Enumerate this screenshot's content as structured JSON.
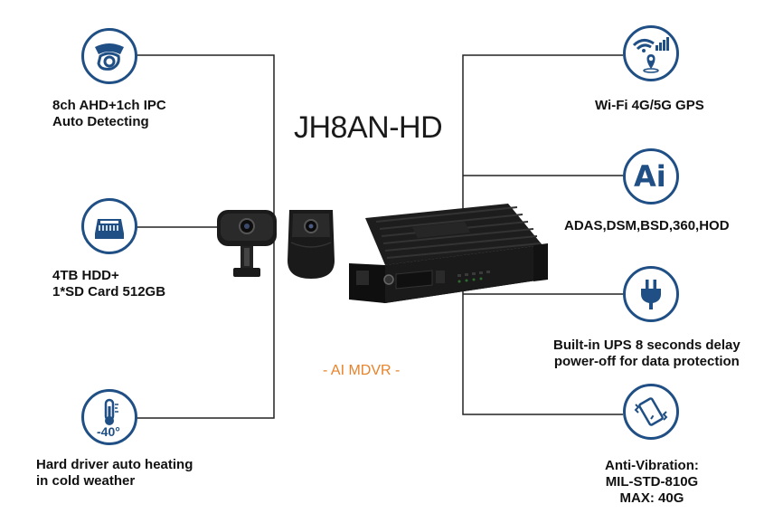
{
  "title": "JH8AN-HD",
  "subtitle": "- AI MDVR -",
  "colors": {
    "accent": "#1f4f84",
    "subtitle": "#e8822a",
    "line": "#222222"
  },
  "features_left": [
    {
      "icon": "camera-icon",
      "lines": [
        "8ch AHD+1ch IPC",
        "Auto Detecting"
      ]
    },
    {
      "icon": "hdd-icon",
      "lines": [
        "4TB HDD+",
        "1*SD Card 512GB"
      ]
    },
    {
      "icon": "thermometer-icon",
      "icon_text": "-40°",
      "lines": [
        "Hard driver auto heating",
        "in cold weather"
      ]
    }
  ],
  "features_right": [
    {
      "icon": "wifi-gps-icon",
      "lines": [
        "Wi-Fi 4G/5G GPS"
      ]
    },
    {
      "icon": "ai-icon",
      "icon_text": "Ai",
      "lines": [
        "ADAS,DSM,BSD,360,HOD"
      ]
    },
    {
      "icon": "plug-icon",
      "lines": [
        "Built-in UPS 8 seconds delay",
        "power-off for data protection"
      ]
    },
    {
      "icon": "vibration-phone-icon",
      "lines": [
        "Anti-Vibration:",
        "MIL-STD-810G",
        "MAX: 40G"
      ]
    }
  ]
}
